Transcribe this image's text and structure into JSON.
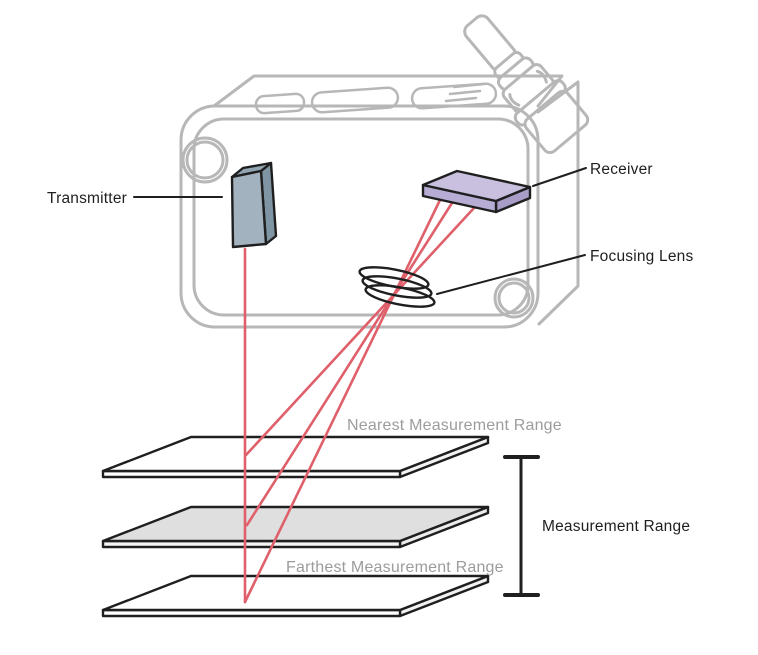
{
  "diagram": {
    "title_hint": "Laser displacement sensor measurement principle",
    "labels": {
      "transmitter": "Transmitter",
      "receiver": "Receiver",
      "focusing_lens": "Focusing Lens",
      "nearest_range": "Nearest Measurement Range",
      "farthest_range": "Farthest Measurement Range",
      "measurement_range": "Measurement Range"
    },
    "colors": {
      "laser": "#df606b",
      "housing_outline": "#b7b7b7",
      "ink": "#1f1f1f",
      "label_gray": "#9c9c9c",
      "transmitter_front": "#a3b2bf",
      "transmitter_top": "#92a5b2",
      "transmitter_side": "#7f95a4",
      "receiver_top": "#c8c0de",
      "receiver_front": "#b7add4",
      "receiver_side": "#a89dc7",
      "middle_plane_fill": "#dfdfdf",
      "plane_fill": "#ffffff"
    }
  }
}
